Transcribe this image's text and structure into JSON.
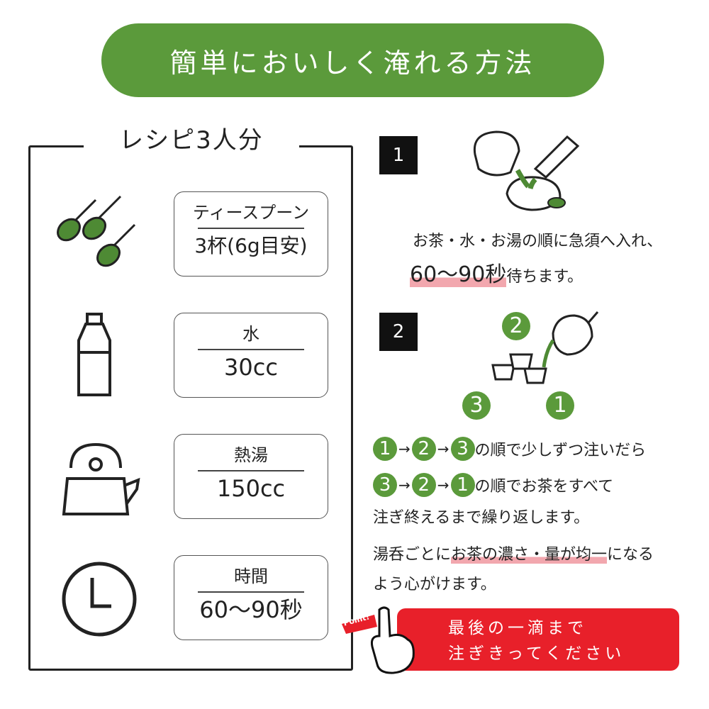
{
  "header": {
    "title": "簡単においしく淹れる方法"
  },
  "recipe": {
    "title": "レシピ3人分",
    "items": [
      {
        "label": "ティースプーン",
        "value": "3杯(6g目安)",
        "icon": "tea-spoons-icon"
      },
      {
        "label": "水",
        "value": "30cc",
        "icon": "water-bottle-icon"
      },
      {
        "label": "熱湯",
        "value": "150cc",
        "icon": "kettle-icon"
      },
      {
        "label": "時間",
        "value": "60〜90秒",
        "icon": "clock-icon"
      }
    ]
  },
  "step1": {
    "number": "1",
    "line1": "お茶・水・お湯の順に急須へ入れ、",
    "highlight": "60〜90秒",
    "line2_rest": "待ちます。"
  },
  "step2": {
    "number": "2",
    "cup_labels": [
      "1",
      "2",
      "3"
    ],
    "seq1": [
      "1",
      "2",
      "3"
    ],
    "seq1_text": "の順で少しずつ注いだら",
    "seq2": [
      "3",
      "2",
      "1"
    ],
    "seq2_text": "の順でお茶をすべて",
    "line3": "注ぎ終えるまで繰り返します。",
    "note_pre": "湯呑ごとに",
    "note_highlight": "お茶の濃さ・量が均一",
    "note_post": "になる",
    "note_line2": "よう心がけます。",
    "arrow": "→"
  },
  "point": {
    "tag": "Point!",
    "line1": "最後の一滴まで",
    "line2": "注ぎきってください"
  },
  "colors": {
    "green": "#5b9a3b",
    "red": "#e8202a",
    "highlight": "#f2a7ae"
  }
}
